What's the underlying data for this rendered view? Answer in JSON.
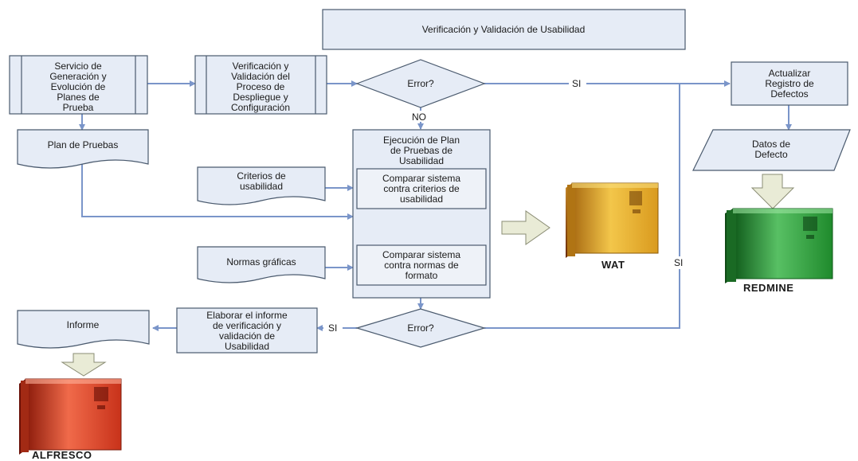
{
  "title": "Verificación y Validación de Usabilidad",
  "nodes": {
    "servicio": [
      "Servicio de",
      "Generación  y",
      "Evolución de",
      "Planes de",
      "Prueba"
    ],
    "verificacion_proceso": [
      "Verificación y",
      "Validación del",
      "Proceso de",
      "Despliegue y",
      "Configuración"
    ],
    "error_top": [
      "Error?"
    ],
    "actualizar": [
      "Actualizar",
      "Registro de",
      "Defectos"
    ],
    "plan_pruebas": [
      "Plan de Pruebas"
    ],
    "ejecucion": [
      "Ejecución de Plan",
      "de Pruebas de",
      "Usabilidad"
    ],
    "comparar_criterios": [
      "Comparar sistema",
      "contra criterios de",
      "usabilidad"
    ],
    "comparar_normas": [
      "Comparar sistema",
      "contra normas de",
      "formato"
    ],
    "criterios": [
      "Criterios de",
      "usabilidad"
    ],
    "normas": [
      "Normas gráficas"
    ],
    "datos_defecto": [
      "Datos de",
      "Defecto"
    ],
    "error_bottom": [
      "Error?"
    ],
    "elaborar": [
      "Elaborar el informe",
      "de verificación y",
      "validación de",
      "Usabilidad"
    ],
    "informe": [
      "Informe"
    ]
  },
  "edge_labels": {
    "si_top": "SI",
    "no": "NO",
    "si_right": "SI",
    "si_bottom": "SI"
  },
  "servers": {
    "wat": "WAT",
    "redmine": "REDMINE",
    "alfresco": "ALFRESCO"
  },
  "colors": {
    "node_fill": "#e6ecf6",
    "node_stroke": "#4a5a6e",
    "edge": "#7a95c9",
    "arrow_block": "#e9ebd6",
    "wat_server": "#e8b23a",
    "redmine_server": "#2f9a3a",
    "alfresco_server": "#d8452c"
  }
}
